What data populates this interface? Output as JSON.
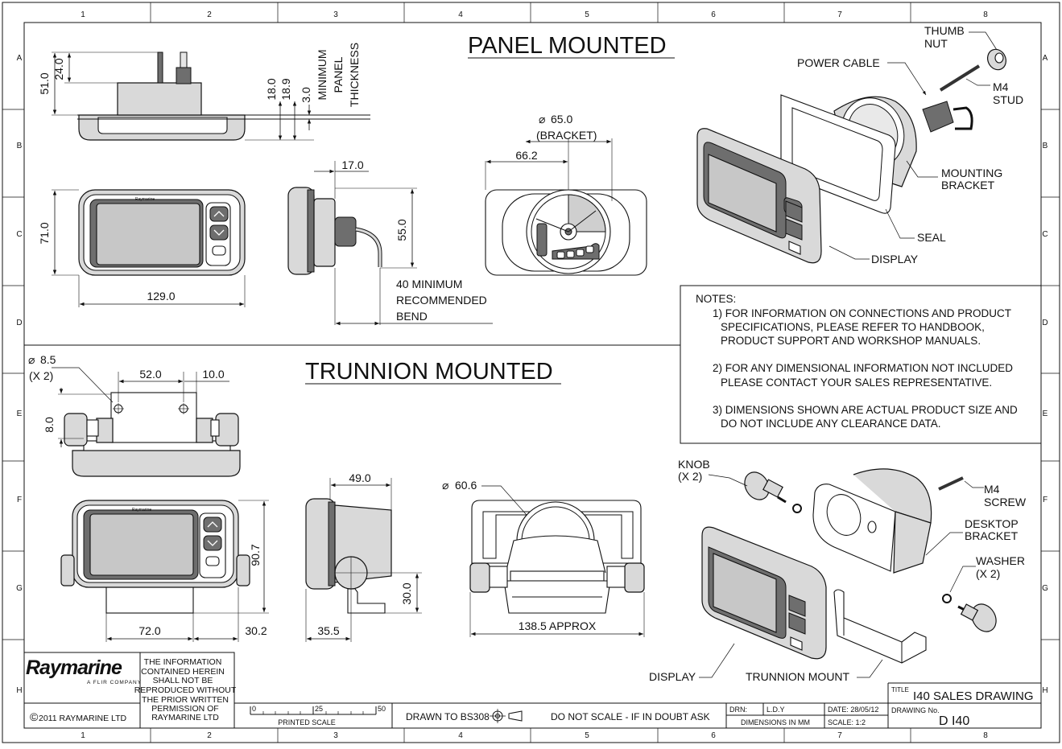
{
  "grid": {
    "columns": [
      "1",
      "2",
      "3",
      "4",
      "5",
      "6",
      "7",
      "8"
    ],
    "rows": [
      "A",
      "B",
      "C",
      "D",
      "E",
      "F",
      "G",
      "H"
    ]
  },
  "panel": {
    "title": "PANEL MOUNTED",
    "dims": {
      "d51": "51.0",
      "d24": "24.0",
      "d18": "18.0",
      "d189": "18.9",
      "d3": "3.0",
      "min_panel_thickness": [
        "MINIMUM",
        "PANEL",
        "THICKNESS"
      ],
      "d17": "17.0",
      "d71": "71.0",
      "d129": "129.0",
      "d55": "55.0",
      "bend": [
        "40 MINIMUM",
        "RECOMMENDED",
        "BEND"
      ],
      "d65": "65.0",
      "bracket": "(BRACKET)",
      "d662": "66.2"
    },
    "labels": {
      "thumb_nut": [
        "THUMB",
        "NUT"
      ],
      "power_cable": "POWER CABLE",
      "m4_stud": [
        "M4",
        "STUD"
      ],
      "mounting_bracket": [
        "MOUNTING",
        "BRACKET"
      ],
      "seal": "SEAL",
      "display": "DISPLAY"
    }
  },
  "notes": {
    "heading": "NOTES:",
    "lines": [
      "1) FOR INFORMATION ON CONNECTIONS AND PRODUCT",
      "SPECIFICATIONS, PLEASE REFER TO HANDBOOK,",
      "PRODUCT SUPPORT AND WORKSHOP MANUALS.",
      "2) FOR ANY DIMENSIONAL INFORMATION NOT INCLUDED",
      "PLEASE CONTACT YOUR SALES REPRESENTATIVE.",
      "3) DIMENSIONS SHOWN ARE ACTUAL PRODUCT SIZE AND",
      "DO NOT INCLUDE ANY CLEARANCE DATA."
    ]
  },
  "trunnion": {
    "title": "TRUNNION MOUNTED",
    "dims": {
      "d85": "8.5",
      "x2": "(X 2)",
      "d52": "52.0",
      "d10": "10.0",
      "d8": "8.0",
      "d49": "49.0",
      "d606": "60.6",
      "d907": "90.7",
      "d72": "72.0",
      "d302": "30.2",
      "d355": "35.5",
      "d30": "30.0",
      "d1385": "138.5 APPROX"
    },
    "labels": {
      "knob": [
        "KNOB",
        "(X 2)"
      ],
      "m4_screw": [
        "M4",
        "SCREW"
      ],
      "desktop_bracket": [
        "DESKTOP",
        "BRACKET"
      ],
      "washer": [
        "WASHER",
        "(X 2)"
      ],
      "display": "DISPLAY",
      "trunnion_mount": "TRUNNION MOUNT"
    }
  },
  "device_brand_text": "Raymarine",
  "title_block": {
    "brand": "Raymarine",
    "sub_brand": "A FLIR COMPANY",
    "copyright": "2011 RAYMARINE LTD",
    "confidential": [
      "THE INFORMATION",
      "CONTAINED HEREIN",
      "SHALL NOT BE",
      "REPRODUCED WITHOUT",
      "THE PRIOR WRITTEN",
      "PERMISSION OF",
      "RAYMARINE LTD"
    ],
    "scale_ticks": [
      "0",
      "25",
      "50"
    ],
    "printed_scale": "PRINTED SCALE",
    "drawn_to": "DRAWN TO BS308",
    "do_not_scale": "DO NOT SCALE - IF IN DOUBT ASK",
    "drn_label": "DRN:",
    "drn_value": "L.D.Y",
    "date": "DATE: 28/05/12",
    "dimensions_in": "DIMENSIONS IN MM",
    "scale": "SCALE:  1:2",
    "title_label": "TITLE",
    "title": "I40 SALES DRAWING",
    "drawing_no_label": "DRAWING No.",
    "drawing_no": "D  I40"
  }
}
